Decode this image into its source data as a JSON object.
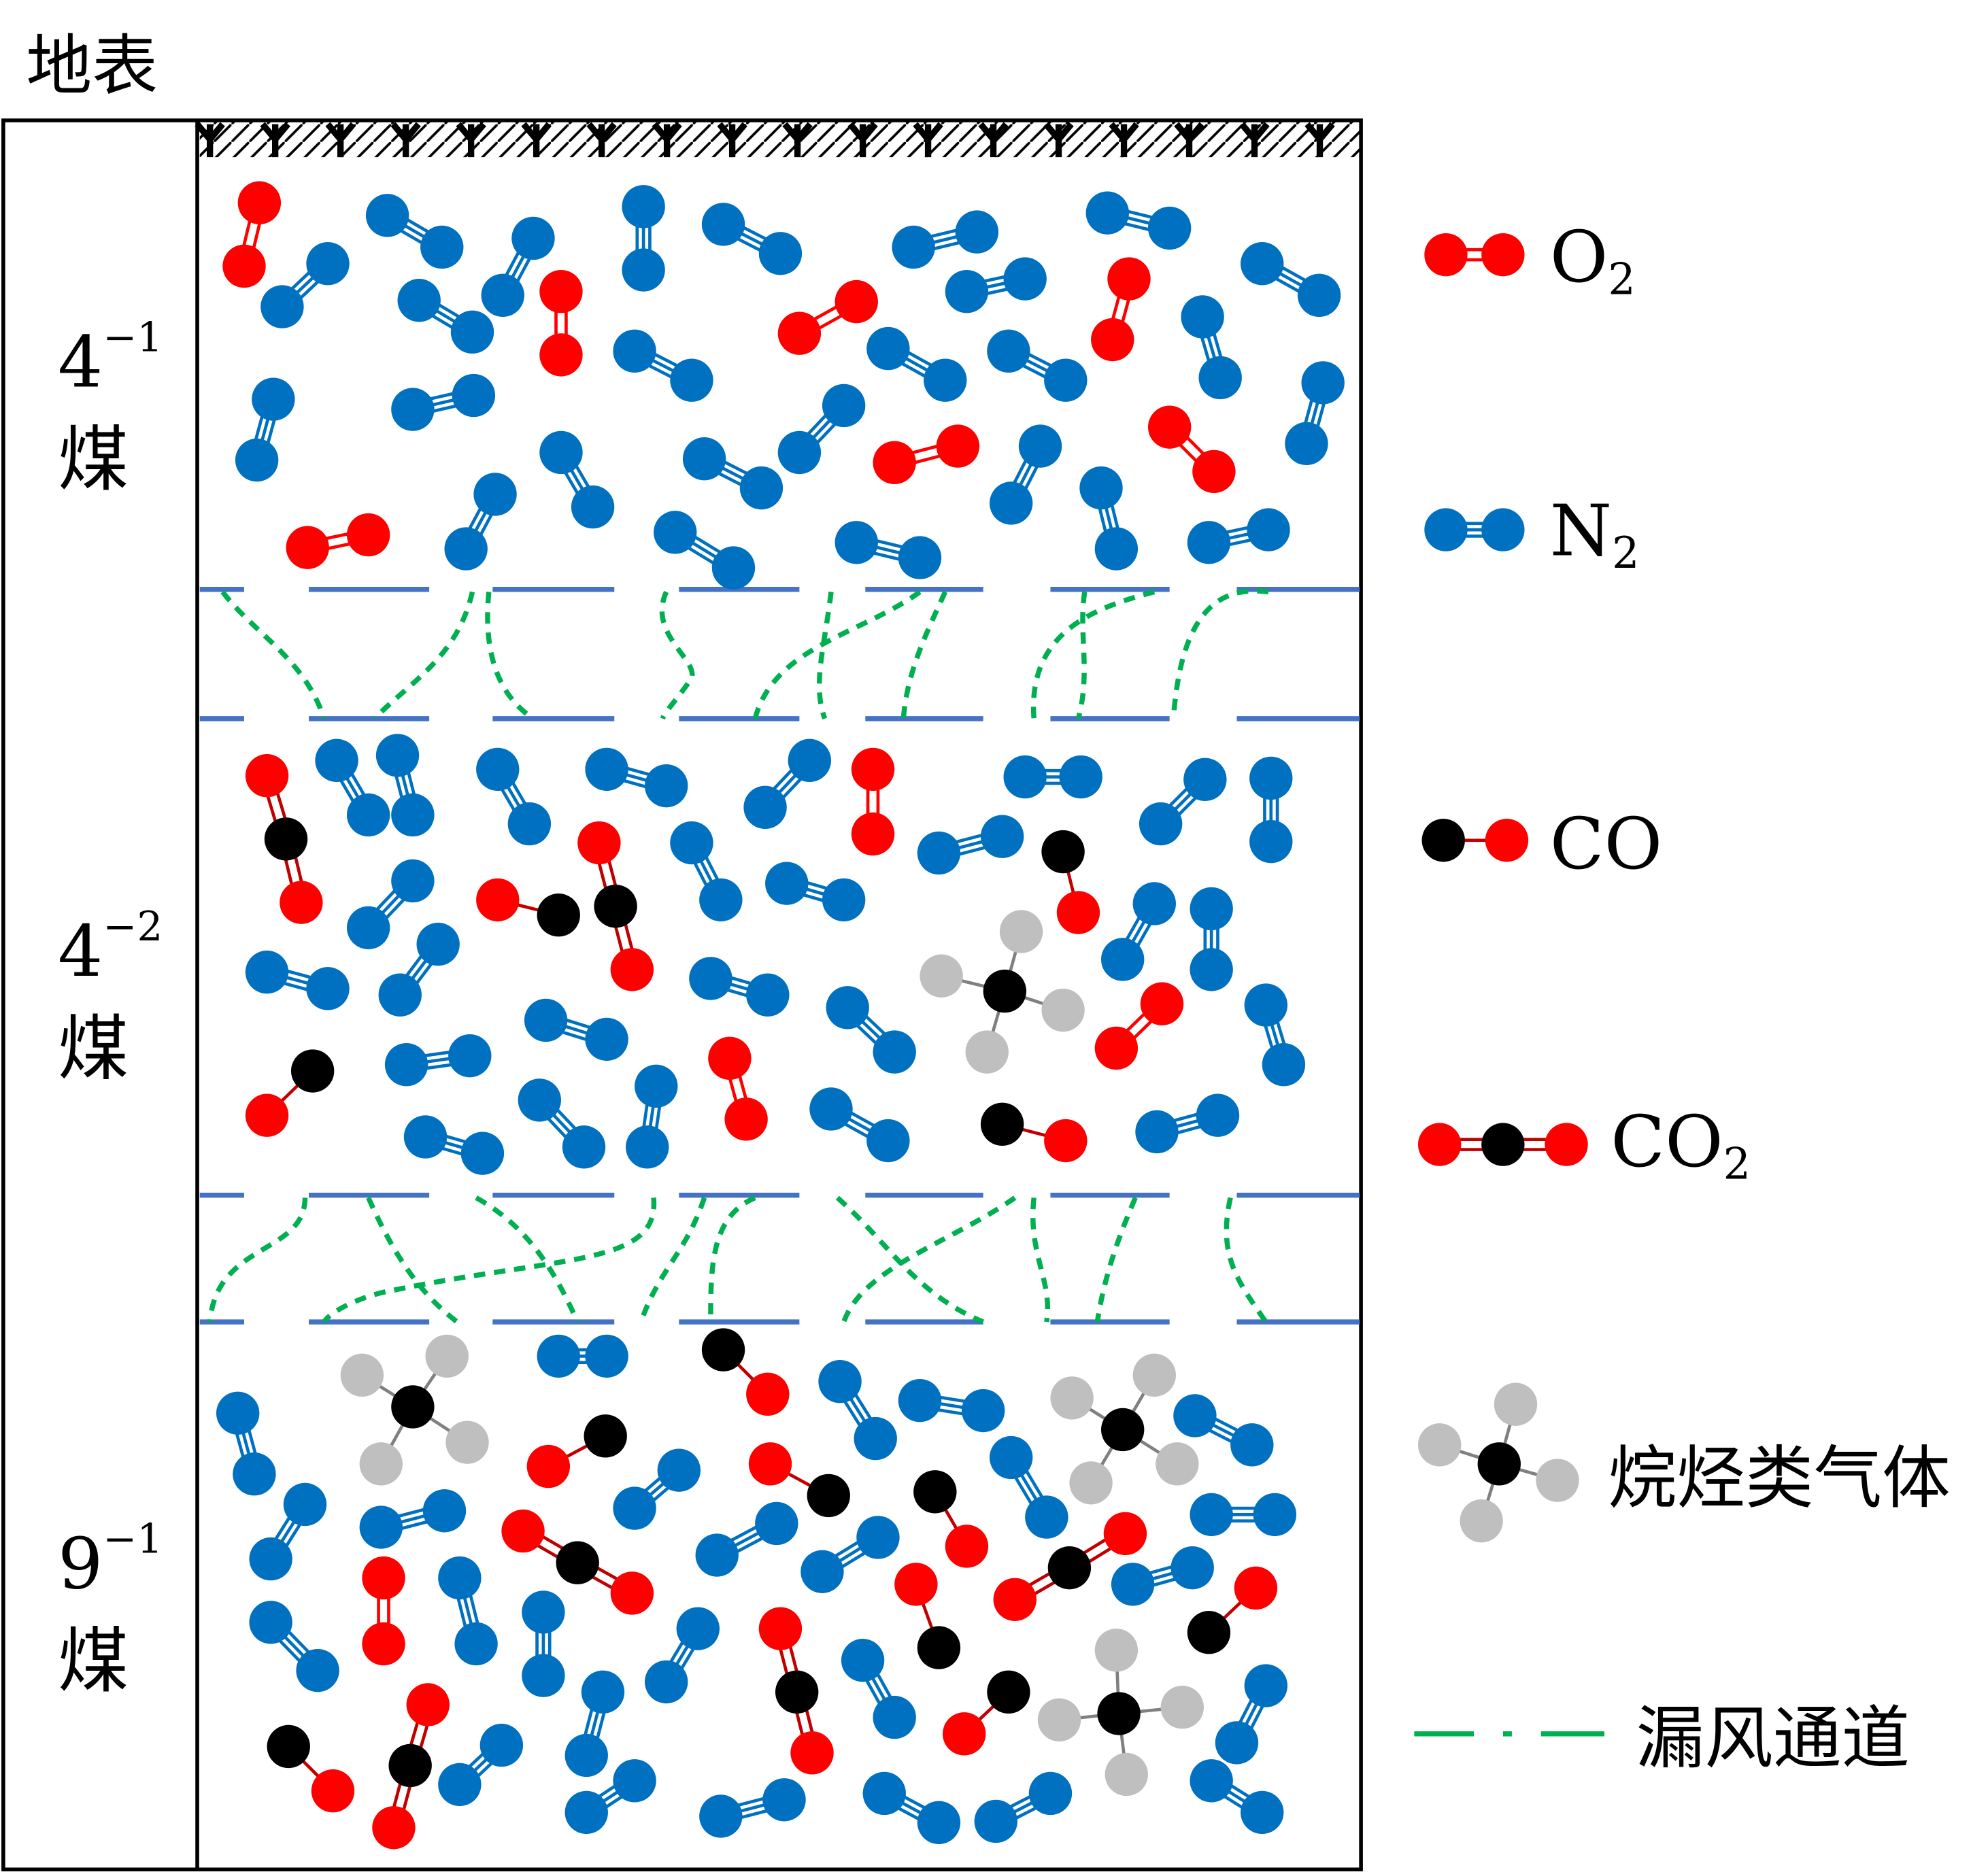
{
  "surface_label": "地表",
  "layers": [
    {
      "num": "4",
      "sup": "−1",
      "name": "煤"
    },
    {
      "num": "4",
      "sup": "−2",
      "name": "煤"
    },
    {
      "num": "9",
      "sup": "−1",
      "name": "煤"
    }
  ],
  "legend": {
    "o2": {
      "base": "O",
      "sub": "2"
    },
    "n2": {
      "base": "N",
      "sub": "2"
    },
    "co": {
      "base": "CO"
    },
    "co2": {
      "base": "CO",
      "sub": "2"
    },
    "alkane": {
      "label": "烷烃类气体"
    },
    "leak": {
      "label": "漏风通道"
    }
  },
  "colors": {
    "oxygen": "#ff0000",
    "nitrogen": "#0070c0",
    "carbon": "#000000",
    "hydrogen": "#bfbfbf",
    "leak_channel": "#00b050",
    "fracture_line": "#4472c4"
  }
}
